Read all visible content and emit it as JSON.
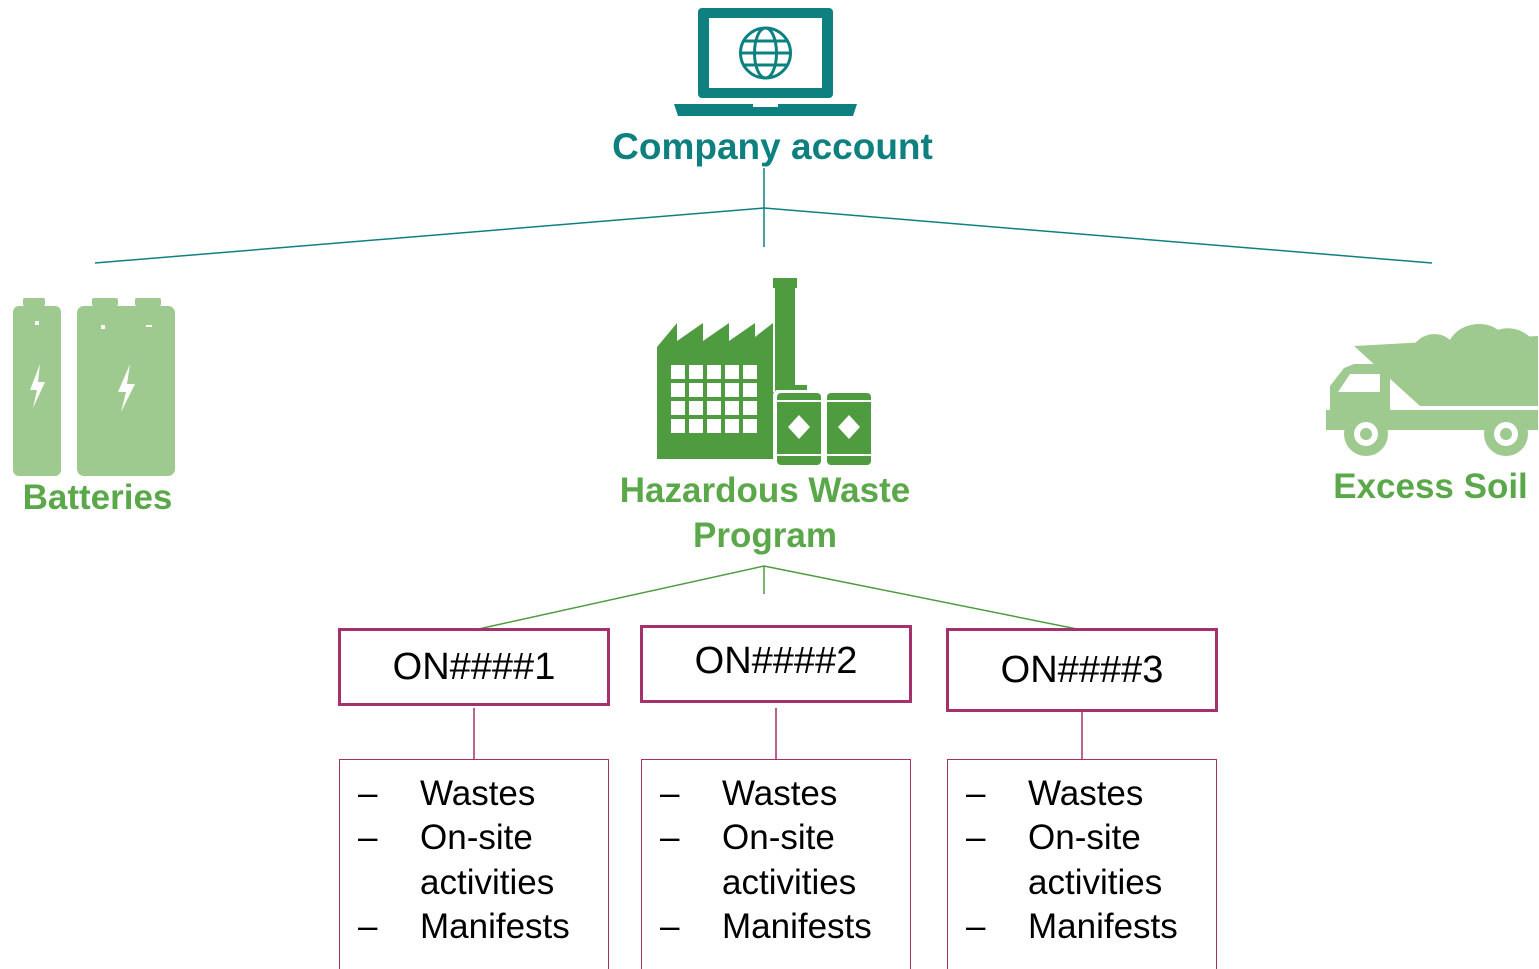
{
  "root": {
    "label": "Company account",
    "icon": "laptop-globe-icon"
  },
  "programs": [
    {
      "label": "Batteries",
      "icon": "batteries-icon",
      "state": "inactive"
    },
    {
      "label": "Hazardous Waste Program",
      "icon": "factory-drums-icon",
      "state": "active"
    },
    {
      "label": "Excess Soil",
      "icon": "dump-truck-icon",
      "state": "inactive"
    }
  ],
  "sites": [
    {
      "label": "ON####1",
      "items": [
        {
          "dash": "–",
          "text": "Wastes"
        },
        {
          "dash": "–",
          "text": "On-site"
        },
        {
          "dash": "",
          "text": "activities"
        },
        {
          "dash": "–",
          "text": "Manifests"
        }
      ]
    },
    {
      "label": "ON####2",
      "items": [
        {
          "dash": "–",
          "text": "Wastes"
        },
        {
          "dash": "–",
          "text": "On-site"
        },
        {
          "dash": "",
          "text": "activities"
        },
        {
          "dash": "–",
          "text": "Manifests"
        }
      ]
    },
    {
      "label": "ON####3",
      "items": [
        {
          "dash": "–",
          "text": "Wastes"
        },
        {
          "dash": "–",
          "text": "On-site"
        },
        {
          "dash": "",
          "text": "activities"
        },
        {
          "dash": "–",
          "text": "Manifests"
        }
      ]
    }
  ],
  "colors": {
    "teal": "#0f8080",
    "green": "#4e9b40",
    "green_label": "#5aa849",
    "faded_green": "#9ec98f",
    "magenta": "#a4306c"
  }
}
